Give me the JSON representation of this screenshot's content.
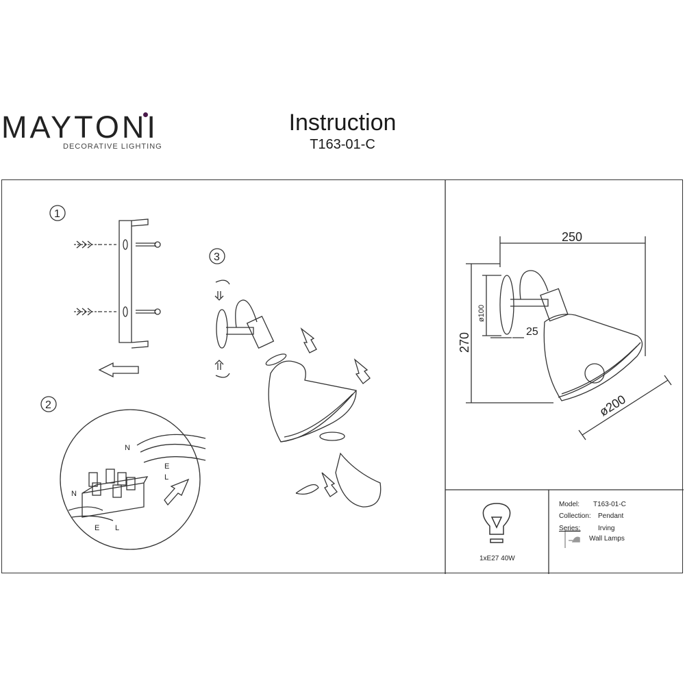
{
  "header": {
    "brand": "MAYTONI",
    "brand_tagline": "DECORATIVE LIGHTING",
    "title": "Instruction",
    "model_code": "T163-01-C",
    "brand_accent": "#4a1a4a"
  },
  "steps": {
    "step1": "1",
    "step2": "2",
    "step3": "3"
  },
  "wiring": {
    "wire_n_top": "N",
    "wire_e_top": "E",
    "wire_l_top": "L",
    "wire_n_bottom": "N",
    "wire_e_bottom": "E",
    "wire_l_bottom": "L"
  },
  "dimensions": {
    "width": "250",
    "height": "270",
    "base_diameter": "ø100",
    "arm_offset": "25",
    "shade_diameter": "ø200"
  },
  "bulb": {
    "spec": "1xE27 40W"
  },
  "specs": {
    "model_label": "Model:",
    "model_value": "T163-01-C",
    "collection_label": "Collection:",
    "collection_value": "Pendant",
    "series_label": "Series:",
    "series_value": "Irving",
    "type_value": "Wall Lamps"
  }
}
